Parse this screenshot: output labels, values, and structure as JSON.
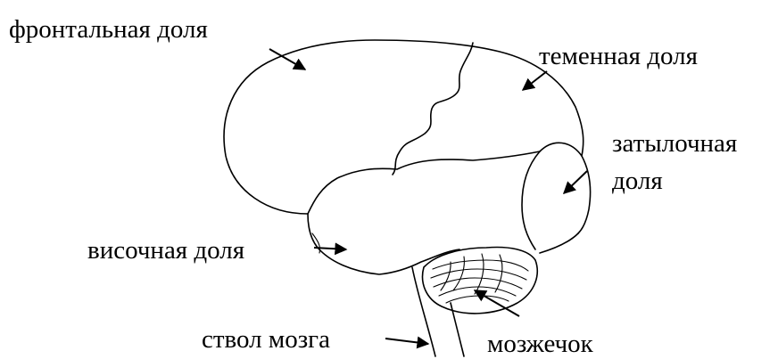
{
  "labels": {
    "frontal": "фронтальная доля",
    "parietal": "теменная доля",
    "occipital_line1": "затылочная",
    "occipital_line2": "доля",
    "temporal": "височная доля",
    "brainstem": "ствол мозга",
    "cerebellum": "мозжечок"
  },
  "colors": {
    "line": "#000000",
    "background": "#ffffff"
  }
}
